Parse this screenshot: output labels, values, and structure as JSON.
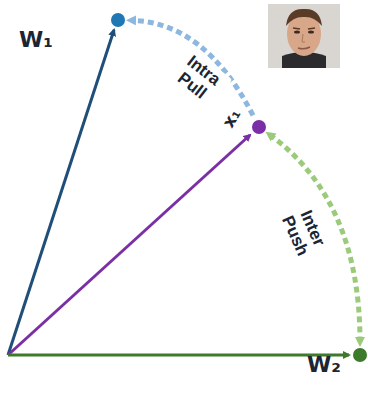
{
  "diagram": {
    "nodes": [
      {
        "text": [
          "W₁"
        ]
      },
      {
        "text": [
          "x₁"
        ]
      },
      {
        "text": [
          "W₂"
        ]
      }
    ],
    "edges": [
      {
        "from": 1,
        "to": 0,
        "arrow": "to",
        "label": "Intra Pull"
      },
      {
        "from": 1,
        "to": 2,
        "arrow": "both",
        "label": "Inter Push"
      }
    ]
  }
}
